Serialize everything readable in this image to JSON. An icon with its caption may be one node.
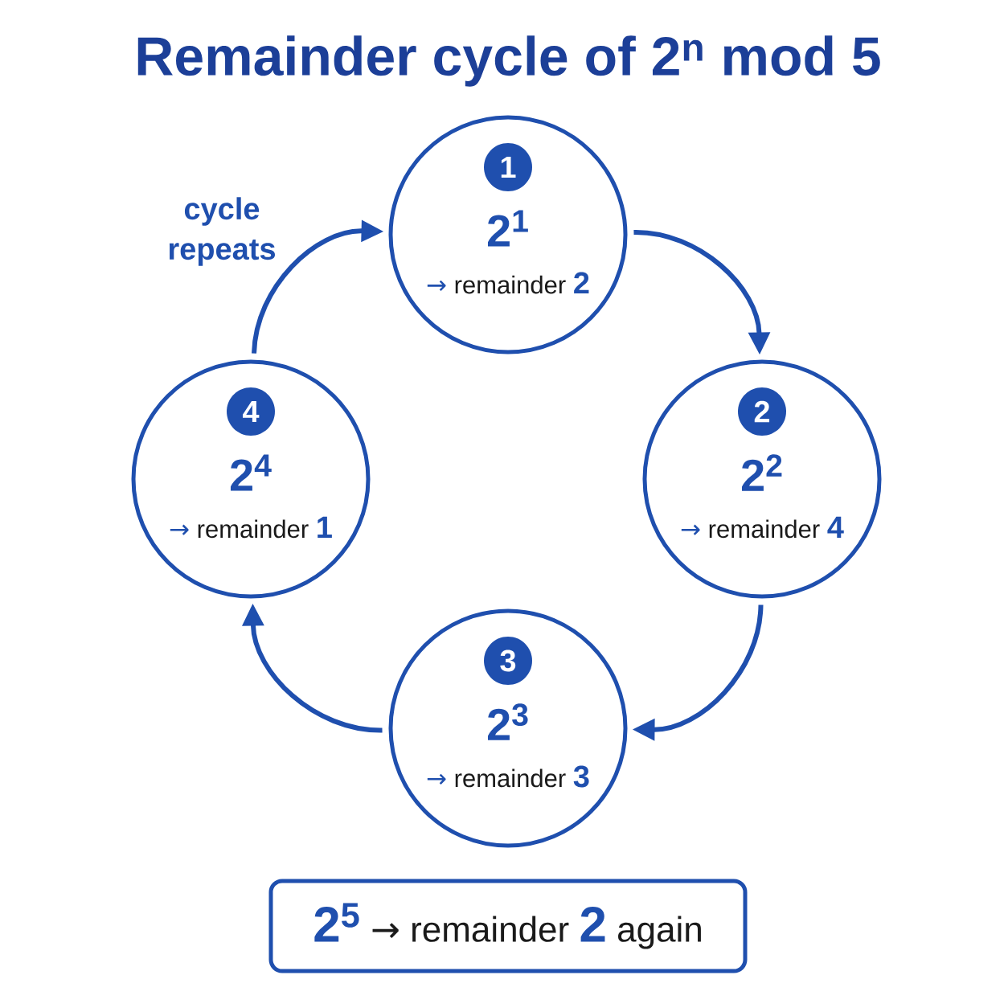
{
  "diagram": {
    "title": "Remainder cycle of 2$^{n}$ mod 5",
    "nodes": [
      {
        "text": [
          "1",
          "2$^{1}$",
          "→ remainder **2**"
        ]
      },
      {
        "text": [
          "2",
          "2$^{2}$",
          "→ remainder **4**"
        ]
      },
      {
        "text": [
          "3",
          "2$^{3}$",
          "→ remainder **3**"
        ]
      },
      {
        "text": [
          "4",
          "2$^{4}$",
          "→ remainder **1**"
        ]
      },
      {
        "text": [
          "**2$^{5}$** → remainder **2** again"
        ]
      }
    ],
    "edges": [
      {
        "from": 0,
        "to": 1,
        "arrow": "to"
      },
      {
        "from": 1,
        "to": 2,
        "arrow": "to"
      },
      {
        "from": 2,
        "to": 3,
        "arrow": "to"
      },
      {
        "from": 3,
        "to": 0,
        "arrow": "to",
        "label": "cycle repeats"
      }
    ]
  }
}
